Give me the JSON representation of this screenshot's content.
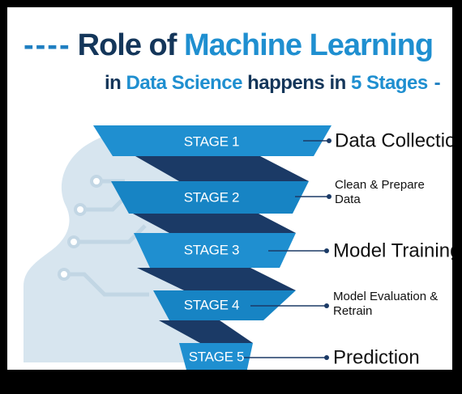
{
  "title": {
    "dashes": "----",
    "part1": "Role of",
    "part2": "Machine Learning",
    "part3": "in",
    "part4": "Data Science",
    "part5": "happens in",
    "part6": "5 Stages",
    "trail": "-"
  },
  "stages": [
    {
      "label": "STAGE 1",
      "desc": "Data Collection"
    },
    {
      "label": "STAGE 2",
      "desc_lines": [
        "Clean & Prepare",
        "Data"
      ]
    },
    {
      "label": "STAGE 3",
      "desc": "Model Training"
    },
    {
      "label": "STAGE 4",
      "desc_lines": [
        "Model Evaluation &",
        "Retrain"
      ]
    },
    {
      "label": "STAGE 5",
      "desc": "Prediction"
    }
  ],
  "colors": {
    "stage_blue": "#1f8fd0",
    "stage_dark": "#1b3a66",
    "head_bg": "#d7e5ef",
    "title_dark": "#14365a",
    "title_blue": "#1f8fd0"
  }
}
